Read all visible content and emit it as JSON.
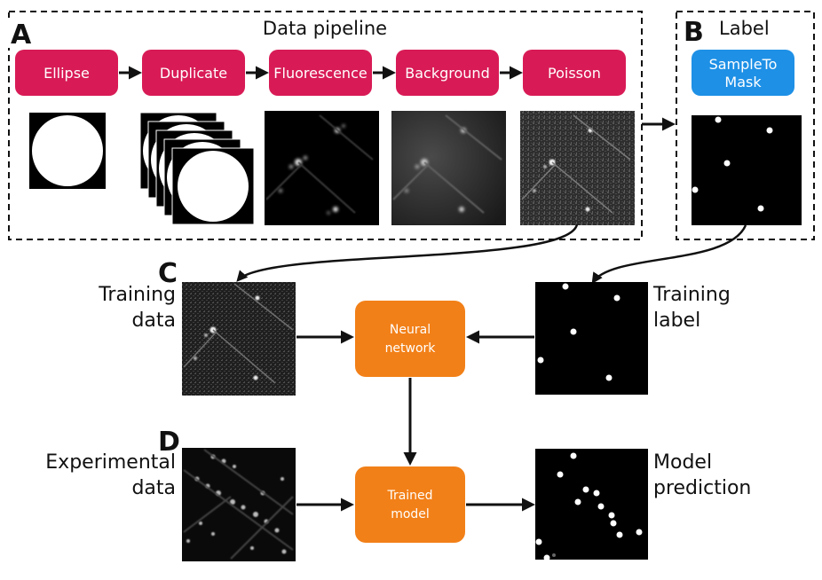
{
  "panels": {
    "a": {
      "letter": "A",
      "title": "Data pipeline"
    },
    "b": {
      "letter": "B",
      "title": "Label"
    },
    "c": {
      "letter": "C"
    },
    "d": {
      "letter": "D"
    }
  },
  "pipeline_steps": [
    "Ellipse",
    "Duplicate",
    "Fluorescence",
    "Background",
    "Poisson"
  ],
  "label_step": {
    "line1": "SampleTo",
    "line2": "Mask"
  },
  "training": {
    "data_label": {
      "line1": "Training",
      "line2": "data"
    },
    "label_label": {
      "line1": "Training",
      "line2": "label"
    },
    "network": {
      "line1": "Neural",
      "line2": "network"
    }
  },
  "inference": {
    "data_label": {
      "line1": "Experimental",
      "line2": "data"
    },
    "prediction_label": {
      "line1": "Model",
      "line2": "prediction"
    },
    "model": {
      "line1": "Trained",
      "line2": "model"
    }
  },
  "colors": {
    "pipeline_box": "#d81b56",
    "label_box": "#1e90e6",
    "network_box": "#f28018",
    "image_bg": "#000000",
    "spot": "#ffffff"
  }
}
